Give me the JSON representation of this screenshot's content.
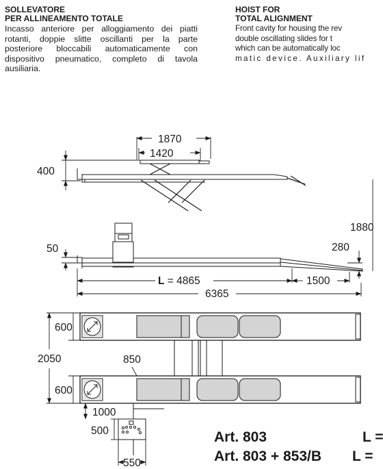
{
  "italian": {
    "title_line1": "SOLLEVATORE",
    "title_line2": "PER ALLINEAMENTO TOTALE",
    "body": "Incasso anteriore per alloggiamento dei piatti rotanti, doppie slitte oscillanti per la parte posteriore bloccabili automaticamente con dispositivo pneumatico, completo di tavola ausiliaria."
  },
  "english": {
    "title_line1": "HOIST FOR",
    "title_line2": "TOTAL ALIGNMENT",
    "body_lines": [
      "Front cavity for housing the rev",
      "double oscillating slides for t",
      "which can be automatically loc",
      "matic device. Auxiliary lif"
    ]
  },
  "dimensions": {
    "d1870": "1870",
    "d1420": "1420",
    "d400": "400",
    "d50": "50",
    "d1880": "1880",
    "d280": "280",
    "L_prefix": "L",
    "L_value": " = 4865",
    "d1500": "1500",
    "d6365": "6365",
    "d600_top": "600",
    "d2050": "2050",
    "d850": "850",
    "d600_bottom": "600",
    "d1000": "1000",
    "d500": "500",
    "d550": "550"
  },
  "articles": [
    {
      "name": "Art. 803",
      "suffix": "L ="
    },
    {
      "name": "Art. 803 + 853/B",
      "suffix": "L ="
    }
  ]
}
